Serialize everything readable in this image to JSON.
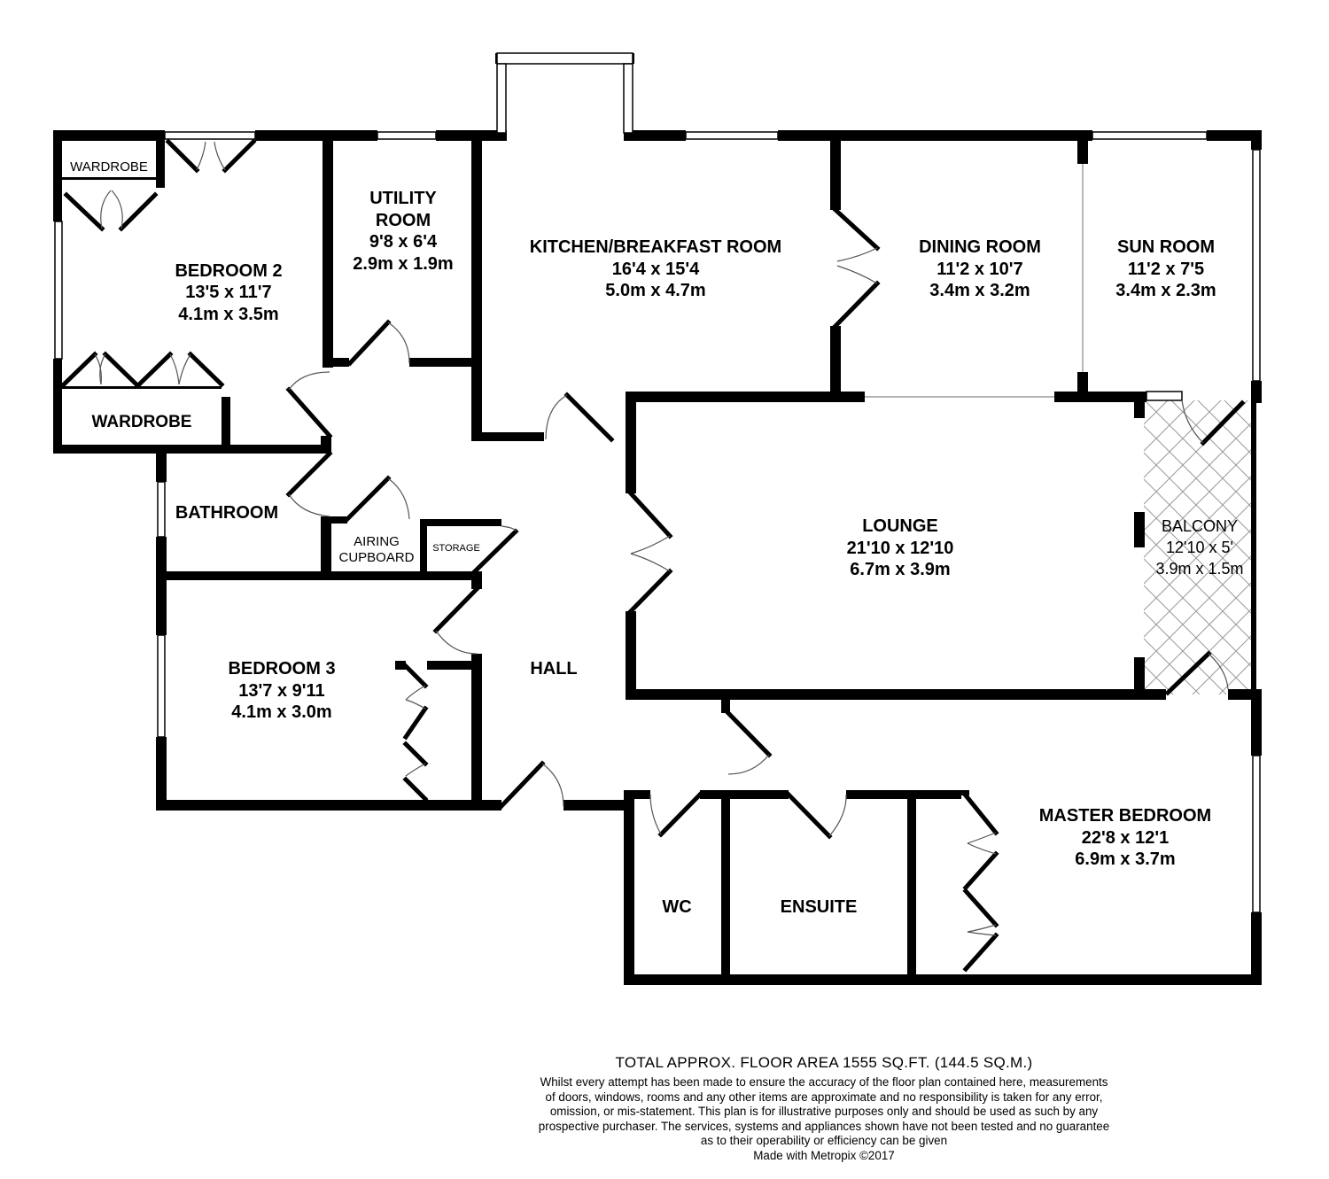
{
  "rooms": {
    "bedroom2": {
      "name": "BEDROOM 2",
      "imperial": "13'5 x 11'7",
      "metric": "4.1m x 3.5m"
    },
    "utility": {
      "name_line1": "UTILITY",
      "name_line2": "ROOM",
      "imperial": "9'8 x 6'4",
      "metric": "2.9m x 1.9m"
    },
    "kitchen": {
      "name": "KITCHEN/BREAKFAST ROOM",
      "imperial": "16'4 x 15'4",
      "metric": "5.0m x 4.7m"
    },
    "dining": {
      "name": "DINING ROOM",
      "imperial": "11'2 x 10'7",
      "metric": "3.4m x 3.2m"
    },
    "sun": {
      "name": "SUN ROOM",
      "imperial": "11'2 x 7'5",
      "metric": "3.4m x 2.3m"
    },
    "lounge": {
      "name": "LOUNGE",
      "imperial": "21'10 x 12'10",
      "metric": "6.7m x 3.9m"
    },
    "balcony": {
      "name": "BALCONY",
      "imperial": "12'10 x 5'",
      "metric": "3.9m x 1.5m"
    },
    "bedroom3": {
      "name": "BEDROOM 3",
      "imperial": "13'7 x 9'11",
      "metric": "4.1m x 3.0m"
    },
    "master": {
      "name": "MASTER BEDROOM",
      "imperial": "22'8 x 12'1",
      "metric": "6.9m x 3.7m"
    },
    "hall": {
      "name": "HALL"
    },
    "bathroom": {
      "name": "BATHROOM"
    },
    "wc": {
      "name": "WC"
    },
    "ensuite": {
      "name": "ENSUITE"
    },
    "airing": {
      "name_line1": "AIRING",
      "name_line2": "CUPBOARD"
    },
    "storage": {
      "name": "STORAGE"
    },
    "wardrobe_top": {
      "name": "WARDROBE"
    },
    "wardrobe_bottom": {
      "name": "WARDROBE"
    }
  },
  "footer": {
    "total_area": "TOTAL APPROX. FLOOR AREA 1555 SQ.FT. (144.5 SQ.M.)",
    "disclaimer_lines": [
      "Whilst every attempt has been made to ensure the accuracy of the floor plan contained here, measurements",
      "of doors, windows, rooms and any other items are approximate and no responsibility is taken for any error,",
      "omission, or mis-statement. This plan is for illustrative purposes only and should be used as such by any",
      "prospective purchaser. The services, systems and appliances shown have not been tested and no guarantee",
      "as to their operability or efficiency can be given"
    ],
    "made_with": "Made with Metropix ©2017"
  },
  "colors": {
    "wall": "#000000",
    "background": "#ffffff",
    "hatch": "#999999"
  }
}
